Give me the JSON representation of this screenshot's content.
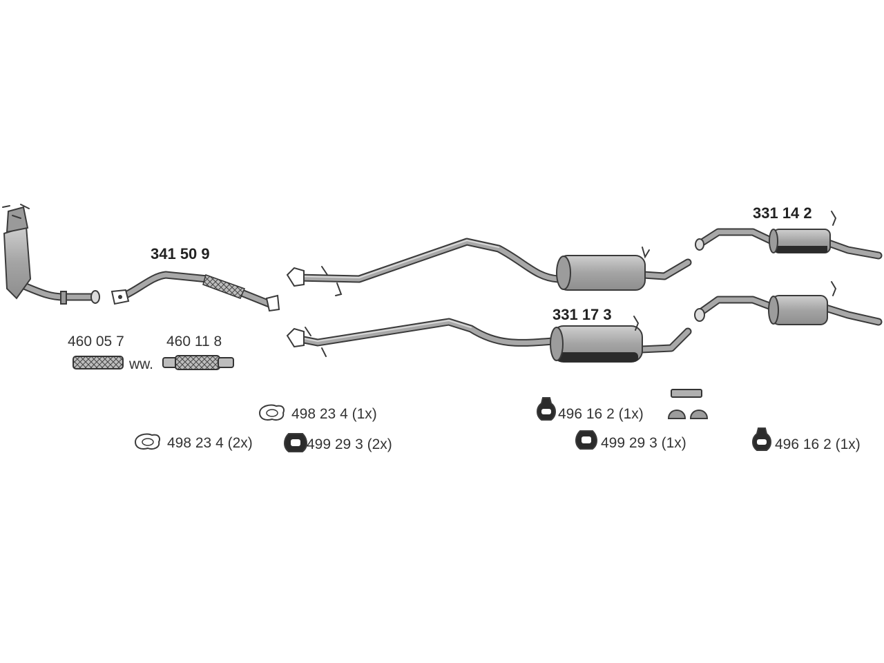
{
  "parts": {
    "front_pipe": "341 50 9",
    "flex_a": "460 05 7",
    "flex_b": "460 11 8",
    "ww": "ww.",
    "rear_upper": "331 14 2",
    "center_lower": "331 17 3"
  },
  "accessories": [
    {
      "text": "498 23 4 (1x)",
      "icon": "gasket-icon"
    },
    {
      "text": "498 23 4 (2x)",
      "icon": "gasket-icon"
    },
    {
      "text": "499 29 3 (2x)",
      "icon": "rubber-mount-icon"
    },
    {
      "text": "496 16 2 (1x)",
      "icon": "rubber-hanger-icon"
    },
    {
      "text": "499 29 3 (1x)",
      "icon": "rubber-mount-icon"
    },
    {
      "text": "496 16 2 (1x)",
      "icon": "rubber-hanger-icon"
    }
  ],
  "colors": {
    "line": "#3a3a3a",
    "body": "#a8a8a8",
    "shade": "#2b2b2b",
    "text": "#333333"
  }
}
